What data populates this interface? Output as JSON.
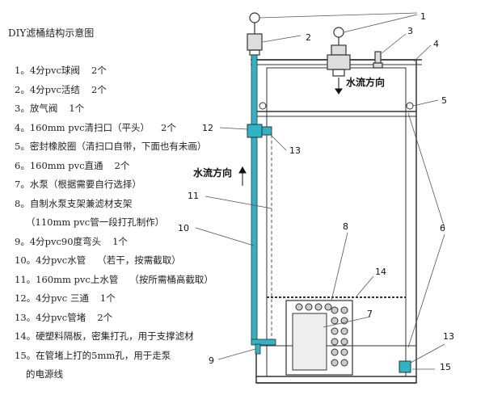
{
  "title": "DIY滤桶结构示意图",
  "parts": [
    {
      "text": "1。4分pvc球阀",
      "qty": "2个"
    },
    {
      "text": "2。4分pvc活结",
      "qty": "2个"
    },
    {
      "text": "3。放气阀",
      "qty": "1个"
    },
    {
      "text": "4。160mm pvc清扫口（平头）",
      "qty": "2个"
    },
    {
      "text": "5。密封橡胶圈（清扫口自带，下面也有未画）",
      "qty": ""
    },
    {
      "text": "6。160mm pvc直通",
      "qty": "2个"
    },
    {
      "text": "7。水泵（根据需要自行选择）",
      "qty": ""
    },
    {
      "text": "8。自制水泵支架兼滤材支架",
      "qty": ""
    },
    {
      "text": "（110mm pvc管一段打孔制作）",
      "qty": "",
      "cont": true
    },
    {
      "text": "9。4分pvc90度弯头",
      "qty": "1个"
    },
    {
      "text": "10。4分pvc水管",
      "qty": "（若干，按需截取）"
    },
    {
      "text": "11。160mm pvc上水管",
      "qty": "（按所需桶高截取）"
    },
    {
      "text": "12。4分pvc 三通",
      "qty": "1个"
    },
    {
      "text": "13。4分pvc管堵",
      "qty": "2个"
    },
    {
      "text": "14。硬塑料隔板，密集打孔，用于支撑滤材",
      "qty": ""
    },
    {
      "text": "15。在管堵上打的5mm孔，用于走泵",
      "qty": ""
    },
    {
      "text": "的电源线",
      "qty": "",
      "cont": true
    }
  ],
  "flow_labels": {
    "outlet": "水流方向",
    "riser": "水流方向"
  },
  "callouts": [
    "1",
    "2",
    "3",
    "4",
    "5",
    "12",
    "13",
    "11",
    "6",
    "10",
    "8",
    "14",
    "7",
    "9",
    "13",
    "15"
  ],
  "colors": {
    "pipe": "#2fb4c6",
    "line": "#333333"
  }
}
